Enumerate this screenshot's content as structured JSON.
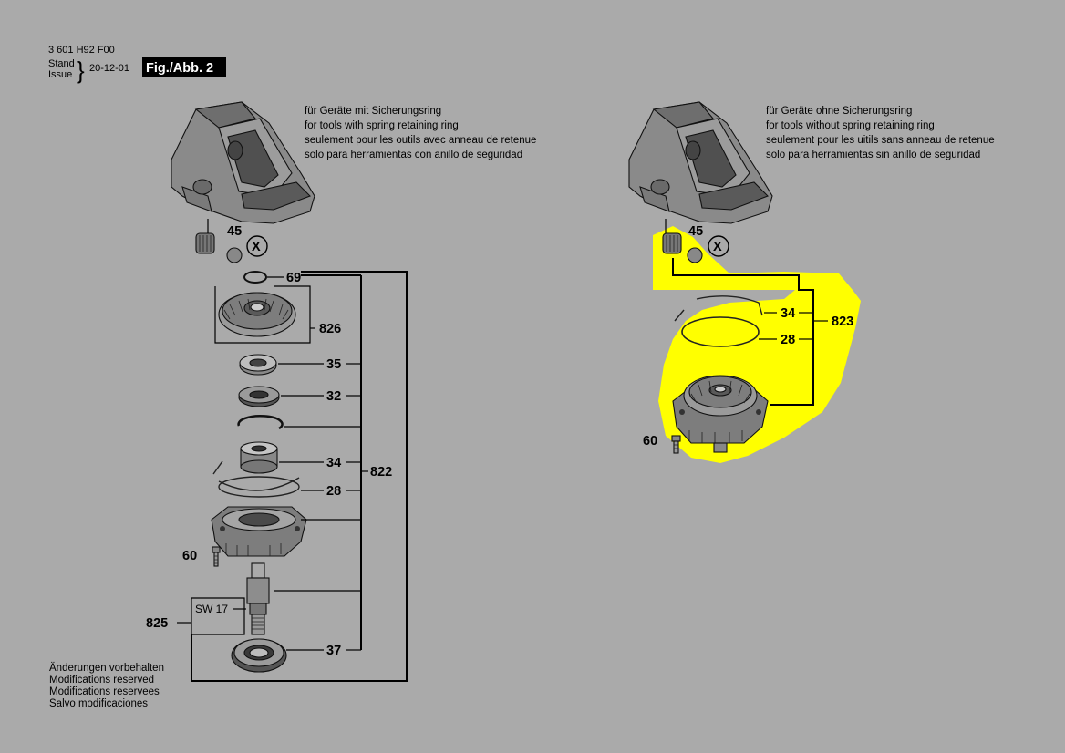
{
  "header": {
    "part_number": "3 601 H92 F00",
    "stand_label": "Stand",
    "issue_label": "Issue",
    "date": "20-12-01",
    "figure_label": "Fig./Abb. 2"
  },
  "left_panel": {
    "description": [
      "für Geräte mit Sicherungsring",
      "for tools with spring retaining ring",
      "seulement pour les outils avec anneau de retenue",
      "solo para herramientas con anillo de seguridad"
    ],
    "callouts": {
      "p45": "45",
      "pX": "X",
      "p69": "69",
      "p826": "826",
      "p35": "35",
      "p32": "32",
      "p34": "34",
      "p28": "28",
      "p822": "822",
      "p60": "60",
      "p825": "825",
      "sw": "SW 17",
      "p37": "37"
    }
  },
  "right_panel": {
    "description": [
      "für Geräte ohne Sicherungsring",
      "for tools without spring retaining ring",
      "seulement pour les uitils sans anneau de retenue",
      "solo para herramientas sin anillo de seguridad"
    ],
    "callouts": {
      "p45": "45",
      "pX": "X",
      "p34": "34",
      "p28": "28",
      "p823": "823",
      "p60": "60"
    },
    "highlight_color": "#ffff00"
  },
  "footer": {
    "notes": [
      "Änderungen vorbehalten",
      "Modifications reserved",
      "Modifications reservees",
      "Salvo modificaciones"
    ]
  },
  "colors": {
    "background": "#aaaaaa",
    "figure_label_bg": "#000000",
    "highlight": "#ffff00"
  }
}
